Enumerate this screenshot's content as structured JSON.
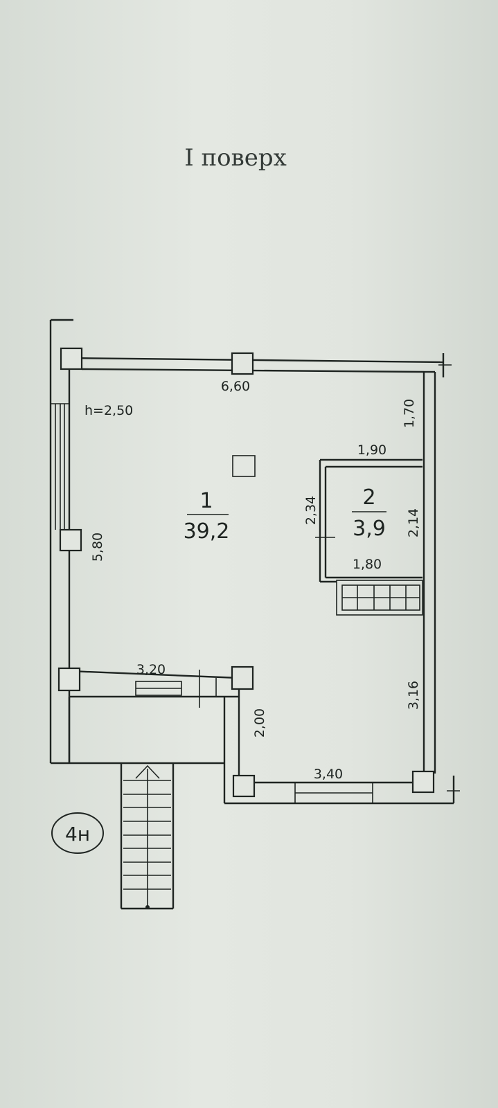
{
  "title": "I поверх",
  "ceiling_height": "h=2,50",
  "rooms": [
    {
      "number": "1",
      "area": "39,2"
    },
    {
      "number": "2",
      "area": "3,9"
    }
  ],
  "dimensions": {
    "top_wall": "6,60",
    "right_upper": "1,70",
    "room2_top": "1,90",
    "room2_left": "2,34",
    "room2_right": "2,14",
    "room2_bottom": "1,80",
    "left_wall": "5,80",
    "partition": "3,20",
    "stair_side": "2,00",
    "right_lower": "3,16",
    "bottom_wall": "3,40"
  },
  "plan_marker": "4н"
}
